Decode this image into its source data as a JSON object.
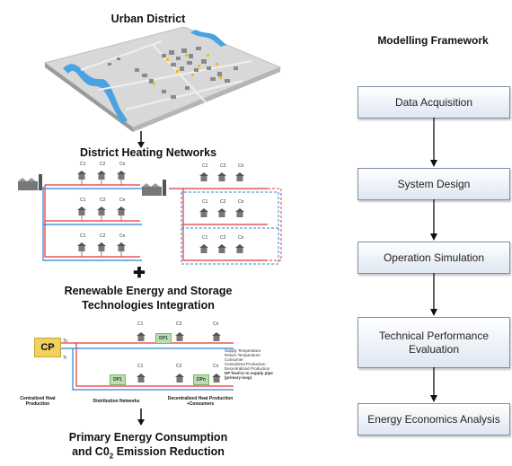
{
  "left": {
    "urban_title": "Urban District",
    "dhn_title": "District Heating Networks",
    "consumer_labels": [
      "C1",
      "C2",
      "Cn"
    ],
    "plus": "✚",
    "res_title_line1": "Renewable Energy and Storage",
    "res_title_line2": "Technologies Integration",
    "cp_label": "CP",
    "dp_label": "DP1",
    "dpn_label": "DPn",
    "ts_label": "Ts",
    "tr_label": "Tr",
    "legend": [
      "Supply Temperature",
      "Return Temperature",
      "Consumer",
      "Centralized Production",
      "Decentralized Production",
      "DP feed-in to supply pipe (primary loop)"
    ],
    "caption_central": "Centralized Heat Production",
    "caption_networks": "Distribution Networks",
    "caption_decentral": "Decentralized Heat Production +Consumers",
    "bottom_line1": "Primary Energy Consumption",
    "bottom_line2_a": "and C0",
    "bottom_line2_sub": "2",
    "bottom_line2_b": " Emission Reduction"
  },
  "framework": {
    "title": "Modelling Framework",
    "steps": [
      "Data Acquisition",
      "System Design",
      "Operation Simulation",
      "Technical Performance Evaluation",
      "Energy Economics Analysis"
    ]
  },
  "colors": {
    "supply": "#e0383a",
    "return": "#2f7fd6",
    "cp": "#f0d060",
    "dp": "#b9dfb0",
    "river": "#4aa3e0"
  }
}
